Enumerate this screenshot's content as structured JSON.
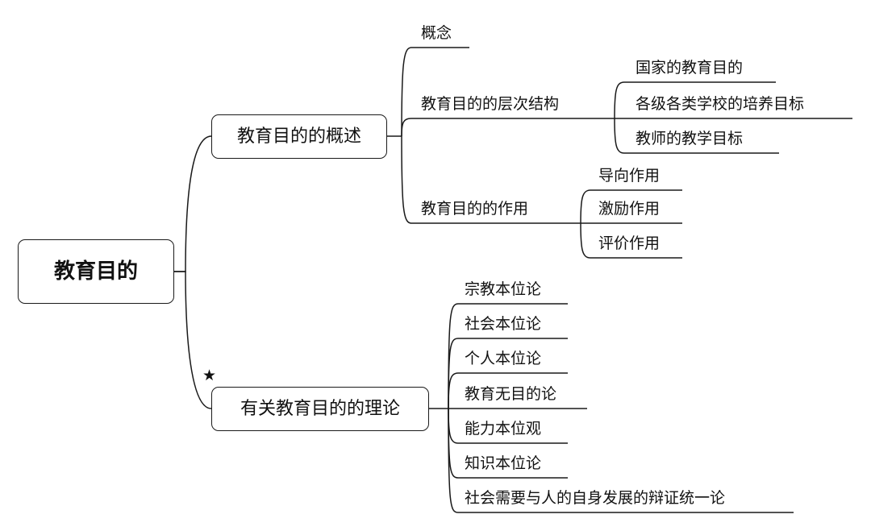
{
  "root": "教育目的",
  "branches": [
    {
      "label": "教育目的的概述",
      "children": [
        {
          "label": "概念"
        },
        {
          "label": "教育目的的层次结构",
          "children": [
            "国家的教育目的",
            "各级各类学校的培养目标",
            "教师的教学目标"
          ]
        },
        {
          "label": "教育目的的作用",
          "children": [
            "导向作用",
            "激励作用",
            "评价作用"
          ]
        }
      ]
    },
    {
      "label": "有关教育目的的理论",
      "marker": "★",
      "children": [
        {
          "label": "宗教本位论"
        },
        {
          "label": "社会本位论"
        },
        {
          "label": "个人本位论"
        },
        {
          "label": "教育无目的论"
        },
        {
          "label": "能力本位观"
        },
        {
          "label": "知识本位论"
        },
        {
          "label": "社会需要与人的自身发展的辩证统一论"
        }
      ]
    }
  ],
  "colors": {
    "line": "#1a1a1a",
    "text": "#111111",
    "background": "#ffffff"
  }
}
